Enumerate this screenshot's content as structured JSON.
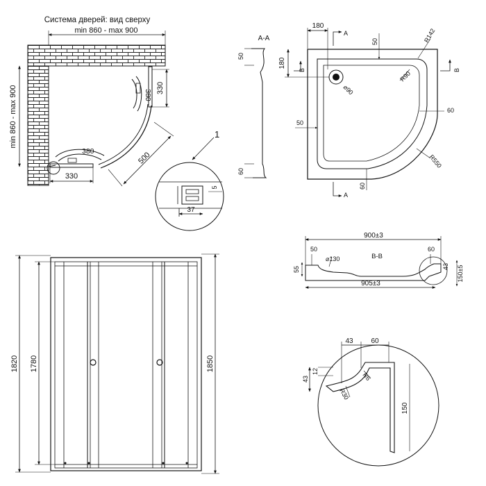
{
  "title": "Система дверей: вид сверху",
  "top_view": {
    "width_range": "min 860 - max 900",
    "depth_range": "min 860 - max 900",
    "dim_330_right": "330",
    "dim_330_bottom": "330",
    "dim_380_top": "380",
    "dim_380_left": "380",
    "dim_500": "500"
  },
  "detail_1": {
    "callout": "1",
    "dim_5": "5",
    "dim_37": "37"
  },
  "section_aa": {
    "label": "A-A",
    "dim_50": "50",
    "dim_60": "60"
  },
  "tray_plan": {
    "dim_180_top": "180",
    "dim_180_left": "180",
    "dim_50_top": "50",
    "dim_50_left": "50",
    "dim_60_right": "60",
    "dim_60_bottom": "60",
    "r142": "R142",
    "r90": "R90",
    "r550": "R550",
    "drain": "⌀90",
    "cut_a_top": "A",
    "cut_a_bottom": "A",
    "cut_b_left": "B",
    "cut_b_right": "B"
  },
  "section_bb": {
    "label": "B-B",
    "dim_900": "900±3",
    "dim_905": "905±3",
    "dim_50": "50",
    "dim_60": "60",
    "dim_55": "55",
    "dim_43": "43",
    "dim_150": "150±5",
    "drain": "⌀130"
  },
  "front_view": {
    "dim_1820": "1820",
    "dim_1780": "1780",
    "dim_1850": "1850"
  },
  "detail_edge": {
    "dim_43_top": "43",
    "dim_60_top": "60",
    "dim_12": "12",
    "dim_43_left": "43",
    "r6": "R6",
    "r30": "R30",
    "dim_150": "150"
  }
}
